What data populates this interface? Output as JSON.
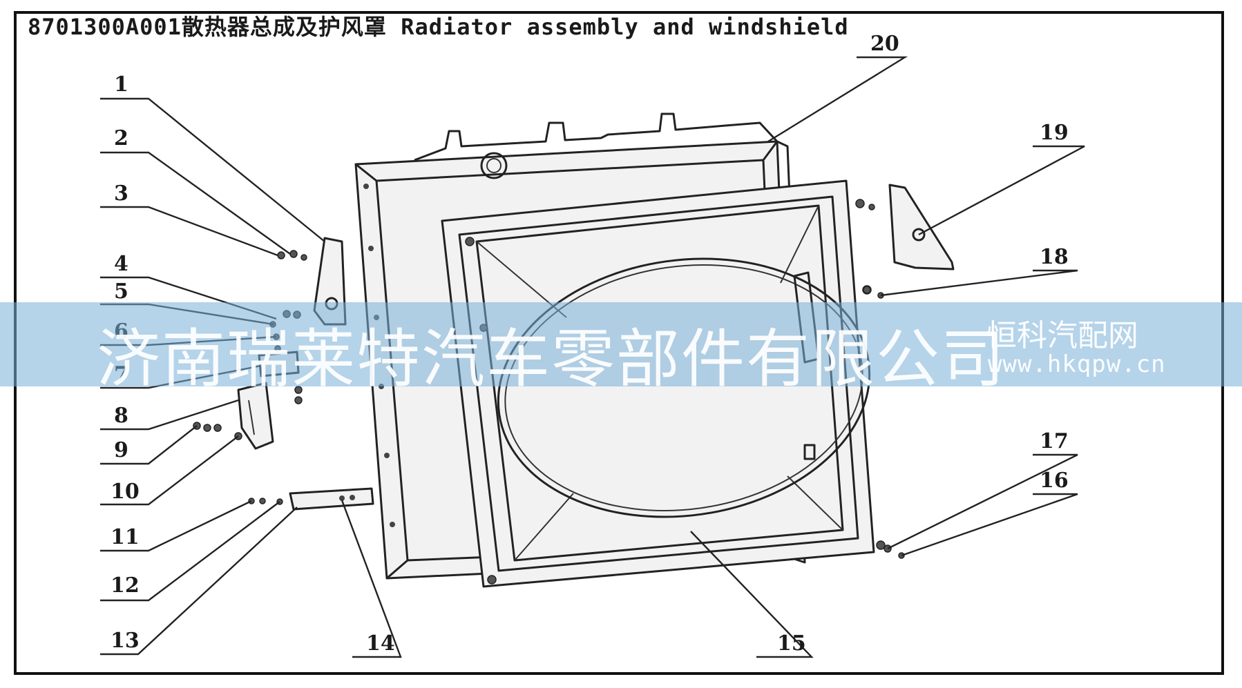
{
  "title": "8701300A001散热器总成及护风罩 Radiator assembly and windshield",
  "watermark": {
    "company": "济南瑞莱特汽车零部件有限公司",
    "site_name": "恒科汽配网",
    "site_url": "www.hkqpw.cn"
  },
  "callouts": [
    "1",
    "2",
    "3",
    "4",
    "5",
    "6",
    "7",
    "8",
    "9",
    "10",
    "11",
    "12",
    "13",
    "14",
    "15",
    "16",
    "17",
    "18",
    "19",
    "20"
  ],
  "colors": {
    "line": "#222222",
    "watermark_band": "#78afd7"
  }
}
